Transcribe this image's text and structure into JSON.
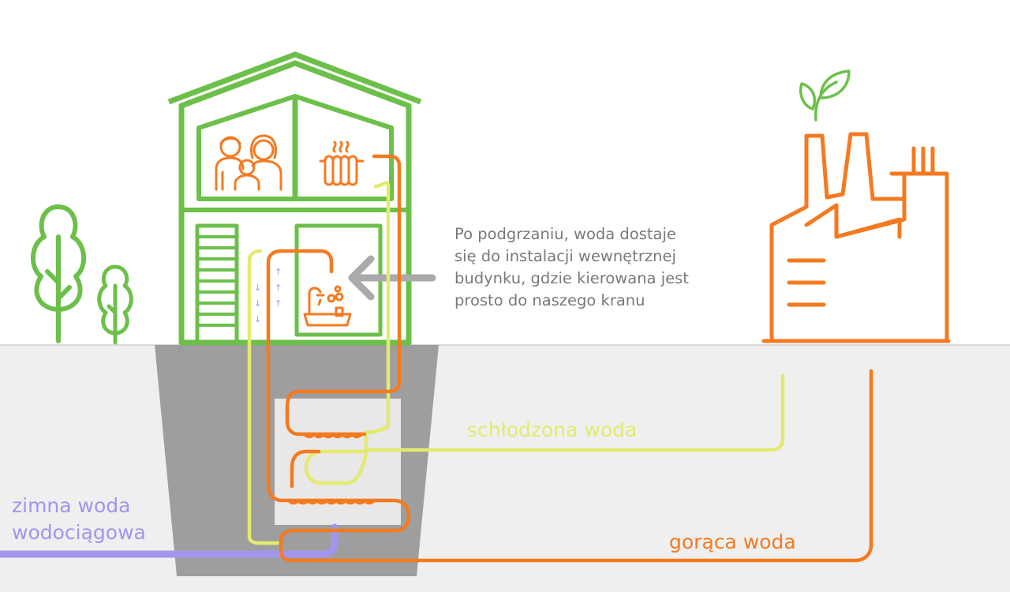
{
  "description": {
    "lines": [
      "Po podgrzaniu, woda dostaje",
      "się do instalacji wewnętrznej",
      "budynku, gdzie kierowana jest",
      "prosto do naszego kranu"
    ]
  },
  "labels": {
    "chilled_water": "schłodzona woda",
    "cold_water_line1": "zimna woda",
    "cold_water_line2": "wodociągowa",
    "hot_water": "gorąca woda"
  },
  "colors": {
    "house_green": "#6cc04a",
    "orange": "#f47a20",
    "yellow": "#e3ea6e",
    "purple": "#a196ec",
    "gray_arrow": "#aaaaaa",
    "ground": "#efefef",
    "foundation": "#9c9c9c",
    "text_gray": "#77797c"
  },
  "icons": [
    "family-icon",
    "radiator-icon",
    "bathtub-icon",
    "factory-icon",
    "sprout-icon",
    "tree-icon"
  ]
}
